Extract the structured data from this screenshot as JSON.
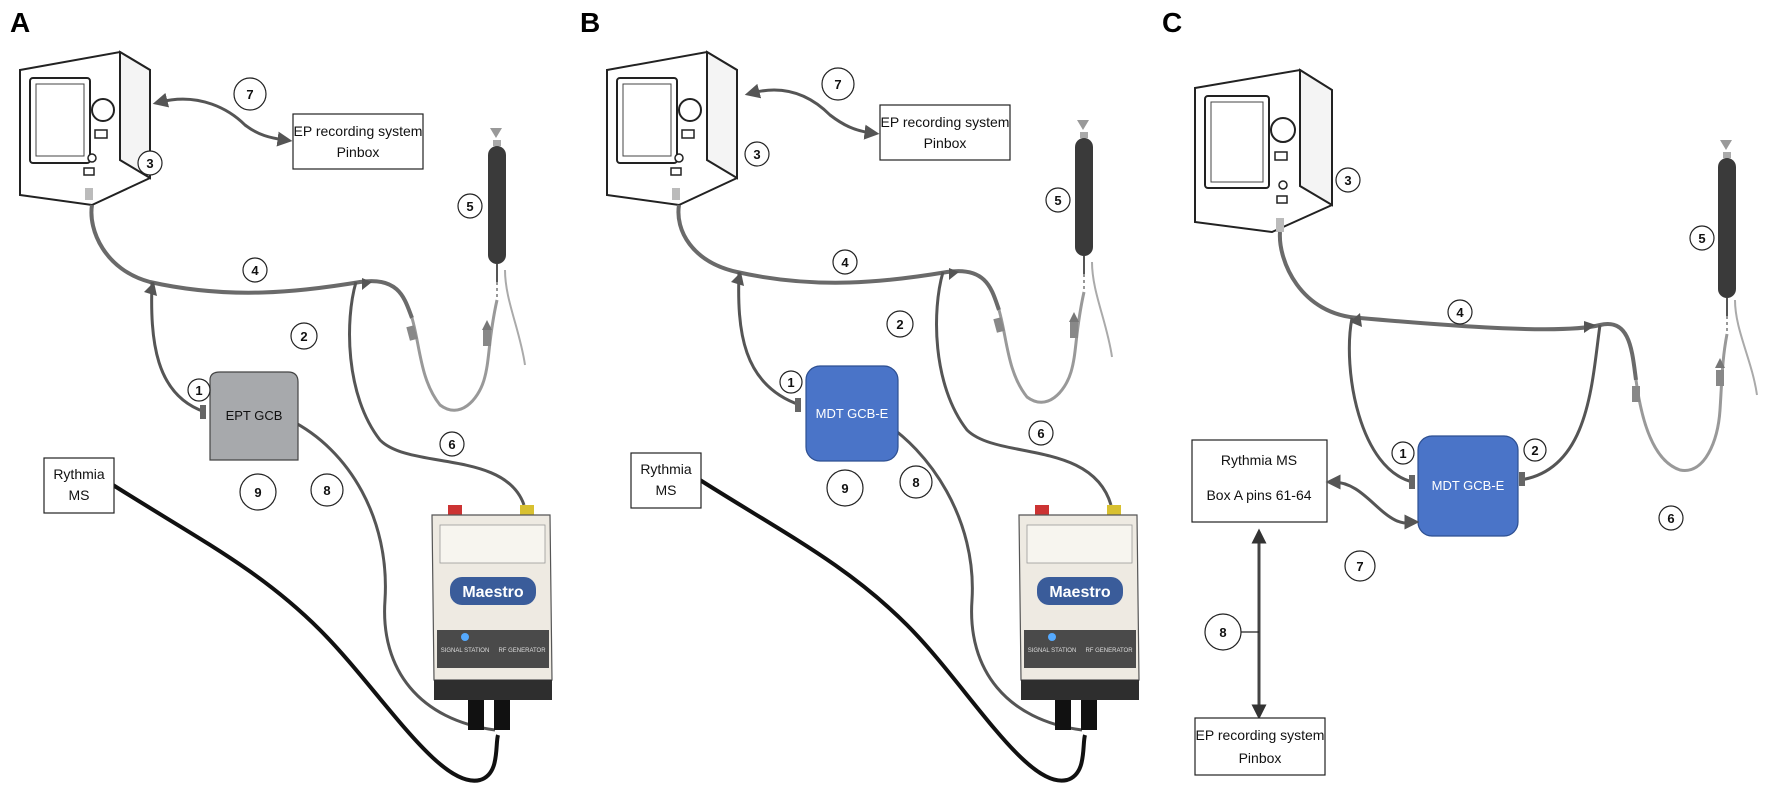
{
  "panels": [
    {
      "label": "A",
      "recording_box": [
        "EP recording system",
        "Pinbox"
      ],
      "rythmia_box": [
        "Rythmia",
        "MS"
      ],
      "gcb_label": "EPT GCB",
      "gcb_color": "#a7a9ac",
      "numbers": [
        "1",
        "2",
        "3",
        "4",
        "5",
        "6",
        "7",
        "8",
        "9"
      ],
      "maestro": {
        "brand": "Maestro",
        "left_port": "SIGNAL STATION",
        "right_port": "RF GENERATOR"
      }
    },
    {
      "label": "B",
      "recording_box": [
        "EP recording system",
        "Pinbox"
      ],
      "rythmia_box": [
        "Rythmia",
        "MS"
      ],
      "gcb_label": "MDT GCB-E",
      "gcb_color": "#4a74c8",
      "numbers": [
        "1",
        "2",
        "3",
        "4",
        "5",
        "6",
        "7",
        "8",
        "9"
      ],
      "maestro": {
        "brand": "Maestro",
        "left_port": "SIGNAL STATION",
        "right_port": "RF GENERATOR"
      }
    },
    {
      "label": "C",
      "rythmia_box": [
        "Rythmia MS",
        "Box A pins 61-64"
      ],
      "recording_box": [
        "EP recording system",
        "Pinbox"
      ],
      "gcb_label": "MDT GCB-E",
      "gcb_color": "#4a74c8",
      "numbers": [
        "1",
        "2",
        "3",
        "4",
        "5",
        "6",
        "7",
        "8"
      ]
    }
  ]
}
